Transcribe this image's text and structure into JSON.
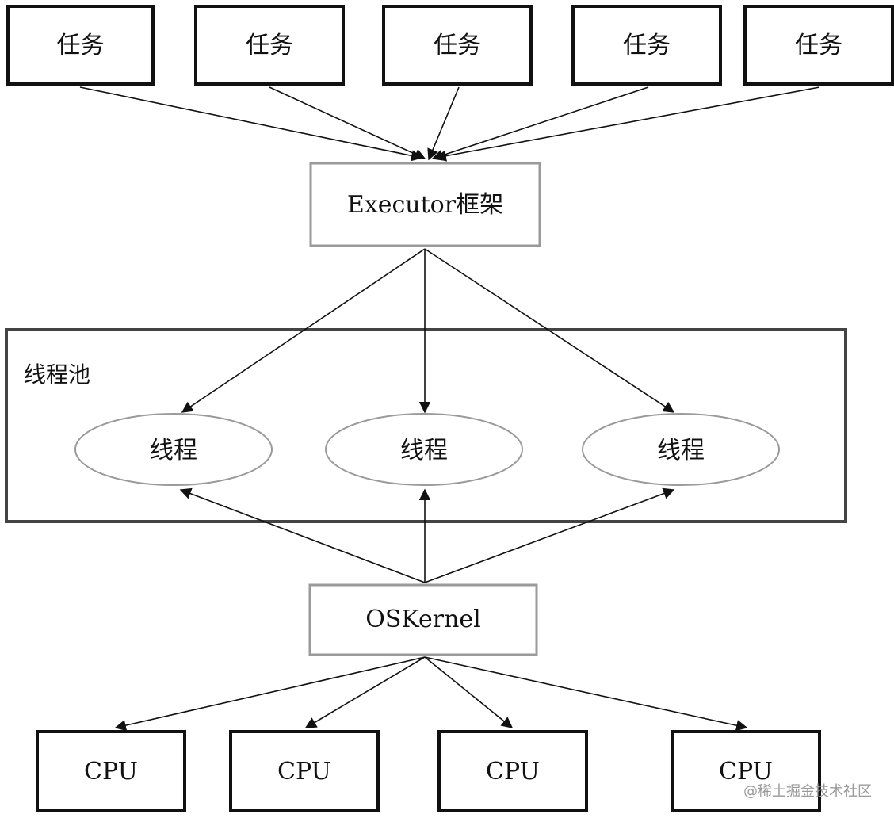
{
  "tasks": {
    "labels": [
      "任务",
      "任务",
      "任务",
      "任务",
      "任务"
    ]
  },
  "executor": {
    "label": "Executor框架"
  },
  "thread_pool": {
    "title": "线程池",
    "threads": [
      "线程",
      "线程",
      "线程"
    ]
  },
  "os_kernel": {
    "label": "OSKernel"
  },
  "cpus": {
    "labels": [
      "CPU",
      "CPU",
      "CPU",
      "CPU"
    ]
  },
  "watermark": "@稀土掘金技术社区"
}
